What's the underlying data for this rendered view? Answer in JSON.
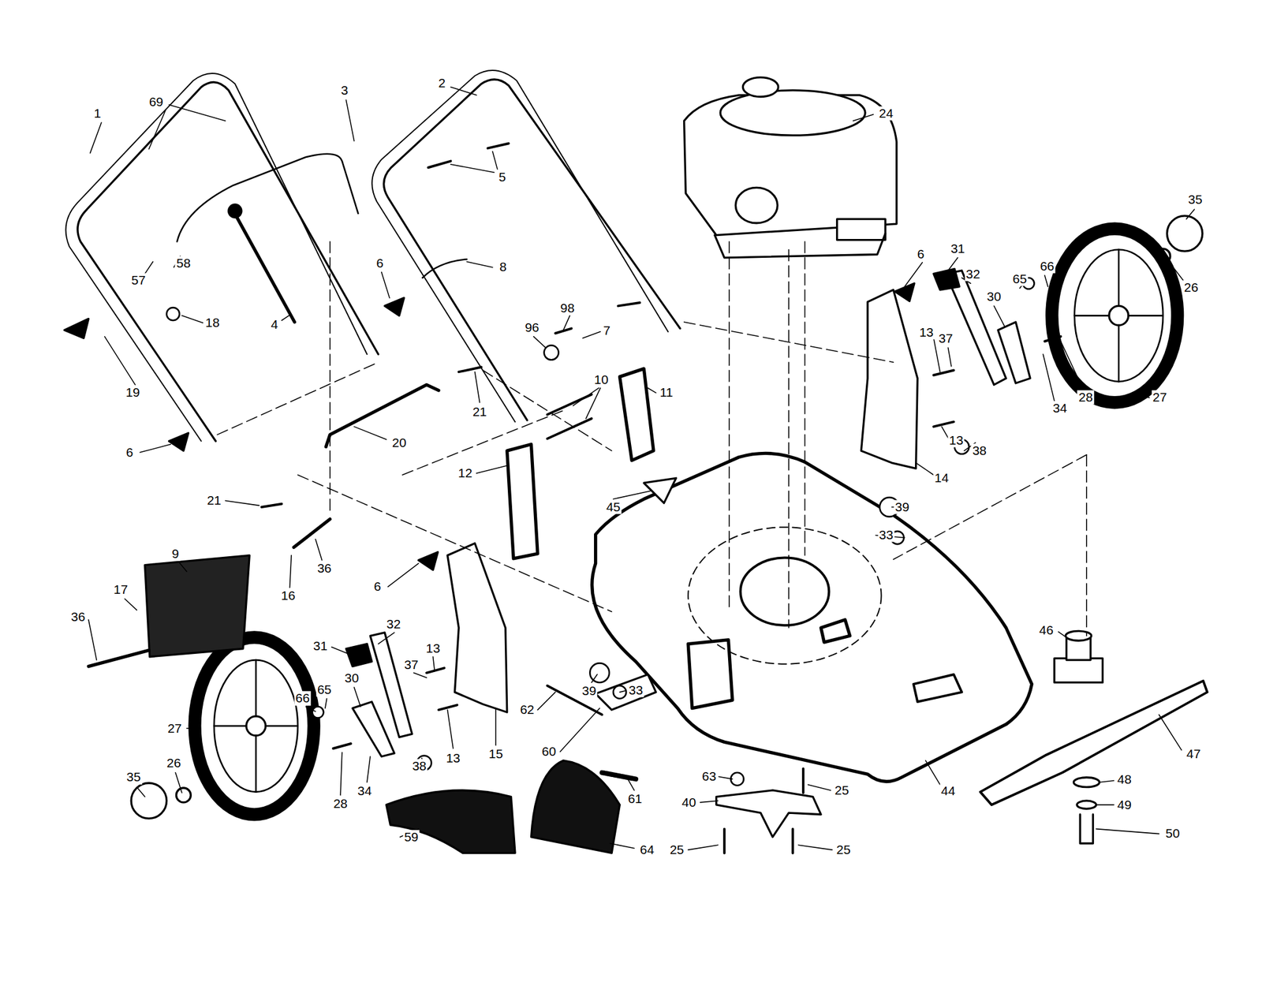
{
  "diagram": {
    "labels": [
      "2",
      "69",
      "1",
      "3",
      "24",
      "35",
      "5",
      "6",
      "8",
      "6",
      "31",
      "32",
      "57",
      "58",
      "65",
      "66",
      "26",
      "30",
      "98",
      "18",
      "4",
      "7",
      "96",
      "13",
      "37",
      "19",
      "10",
      "11",
      "27",
      "34",
      "28",
      "13",
      "38",
      "21",
      "20",
      "6",
      "12",
      "14",
      "45",
      "39",
      "21",
      "33",
      "9",
      "36",
      "6",
      "16",
      "17",
      "36",
      "13",
      "31",
      "32",
      "37",
      "39",
      "46",
      "33",
      "66",
      "65",
      "30",
      "62",
      "27",
      "13",
      "15",
      "38",
      "60",
      "47",
      "44",
      "63",
      "26",
      "35",
      "28",
      "34",
      "48",
      "61",
      "40",
      "25",
      "49",
      "59",
      "64",
      "25",
      "25",
      "50"
    ]
  }
}
